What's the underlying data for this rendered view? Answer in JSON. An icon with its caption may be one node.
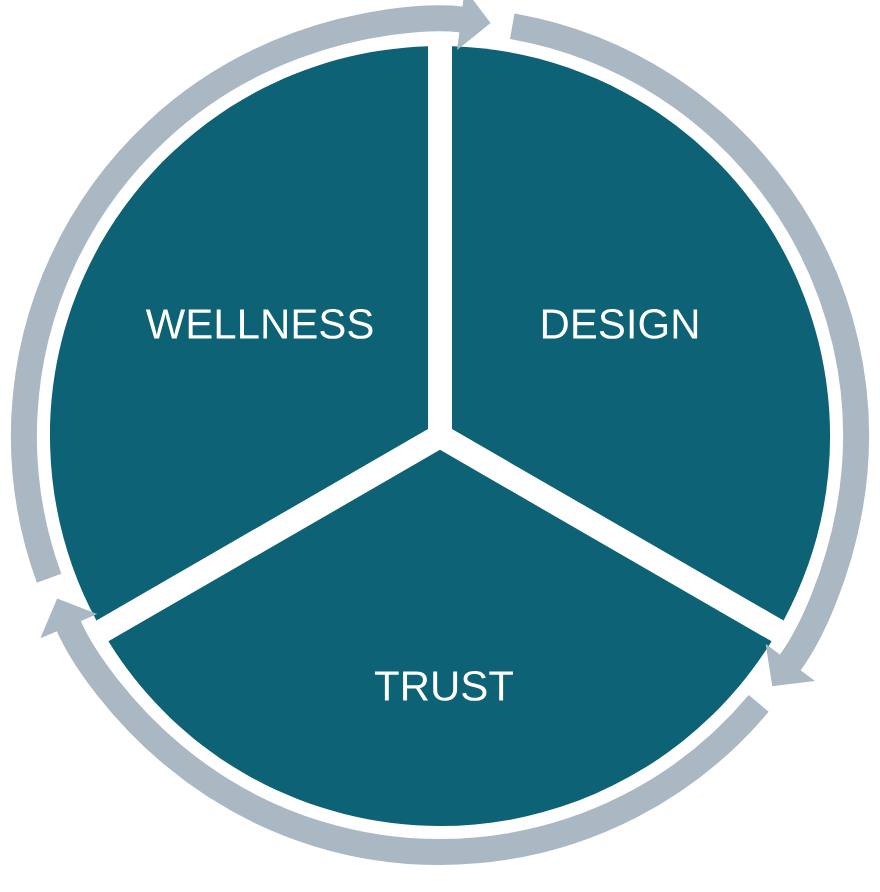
{
  "diagram": {
    "nodes": [
      {
        "text": [
          "WELLNESS"
        ]
      },
      {
        "text": [
          "DESIGN"
        ]
      },
      {
        "text": [
          "TRUST"
        ]
      }
    ],
    "edges": [
      {
        "from": 0,
        "to": 1,
        "arrow": "to"
      },
      {
        "from": 1,
        "to": 2,
        "arrow": "to"
      },
      {
        "from": 2,
        "to": 0,
        "arrow": "to"
      }
    ]
  }
}
